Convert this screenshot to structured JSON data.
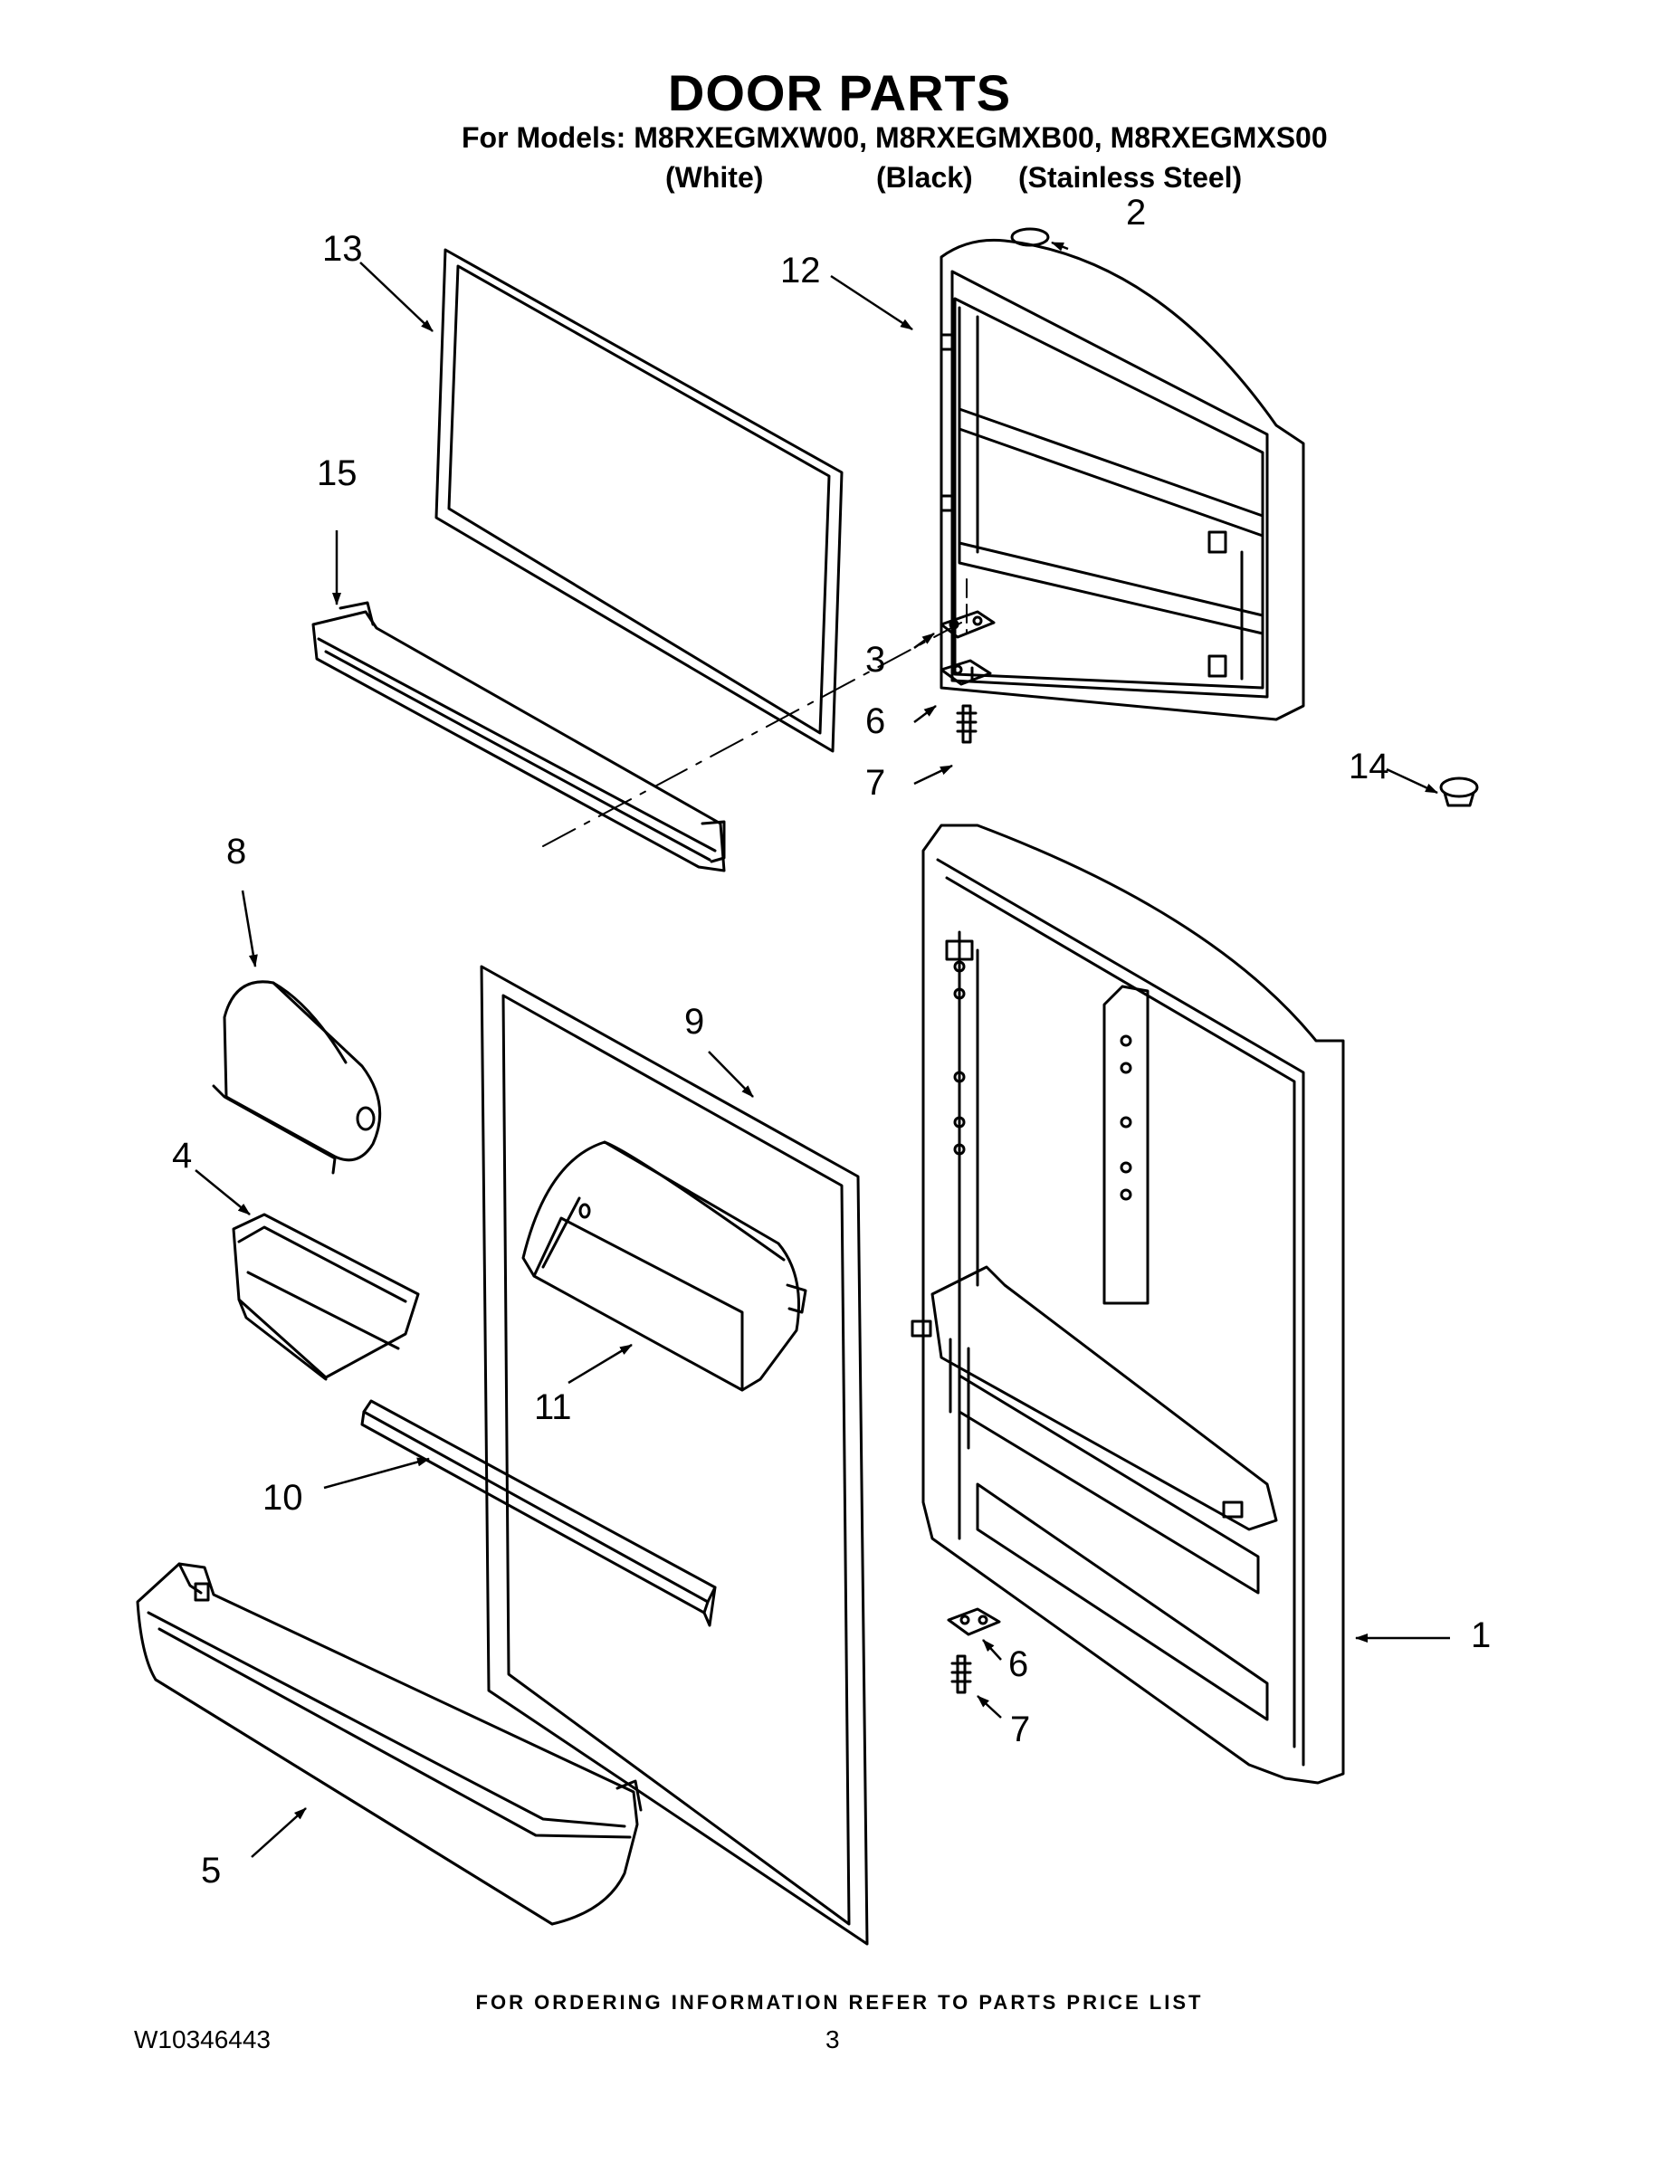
{
  "header": {
    "title": "DOOR PARTS",
    "models": "For Models: M8RXEGMXW00, M8RXEGMXB00, M8RXEGMXS00",
    "color_1": "(White)",
    "color_2": "(Black)",
    "color_3": "(Stainless Steel)"
  },
  "callouts": {
    "c1": "1",
    "c2": "2",
    "c3": "3",
    "c4": "4",
    "c5": "5",
    "c6a": "6",
    "c6b": "6",
    "c7a": "7",
    "c7b": "7",
    "c8": "8",
    "c9": "9",
    "c10": "10",
    "c11": "11",
    "c12": "12",
    "c13": "13",
    "c14": "14",
    "c15": "15"
  },
  "footer": {
    "ordering_note": "FOR ORDERING INFORMATION REFER TO PARTS PRICE LIST",
    "document_number": "W10346443",
    "page_number": "3"
  }
}
